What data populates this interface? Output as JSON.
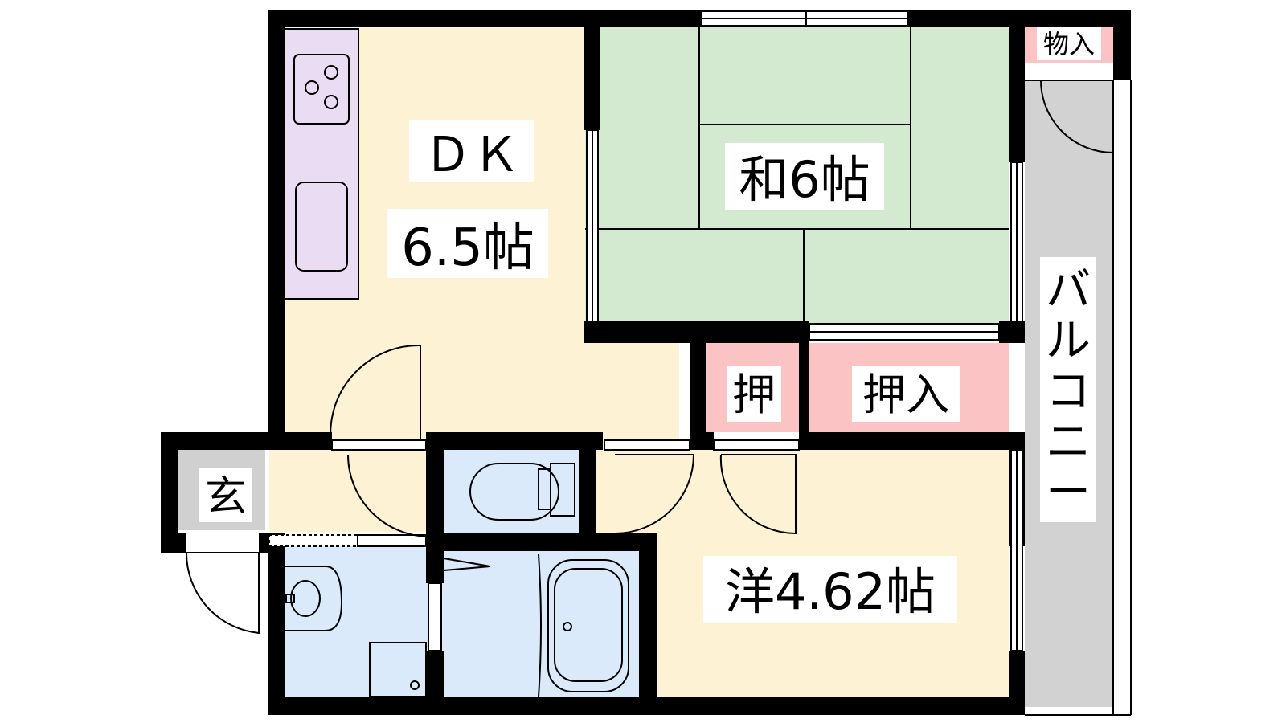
{
  "rooms": {
    "dk": {
      "label_line1": "ＤＫ",
      "label_line2": "6.5帖"
    },
    "washitsu": {
      "label": "和6帖"
    },
    "yoshitsu": {
      "label": "洋4.62帖"
    },
    "oshi": {
      "label": "押"
    },
    "oshiire": {
      "label": "押入"
    },
    "monoire": {
      "label": "物入"
    },
    "genkan": {
      "label": "玄"
    },
    "balcony": {
      "label_chars": [
        "バ",
        "ル",
        "コ",
        "ニ",
        "ー"
      ]
    }
  },
  "colors": {
    "wall": "#000000",
    "dk_floor": "#fdf2d3",
    "tatami": "#d3ead0",
    "closet": "#fbc3c3",
    "wet_area": "#dbeafb",
    "kitchen_counter": "#eadcf3",
    "genkan_floor": "#d0d0d0",
    "balcony_floor": "#d2d2d2"
  }
}
